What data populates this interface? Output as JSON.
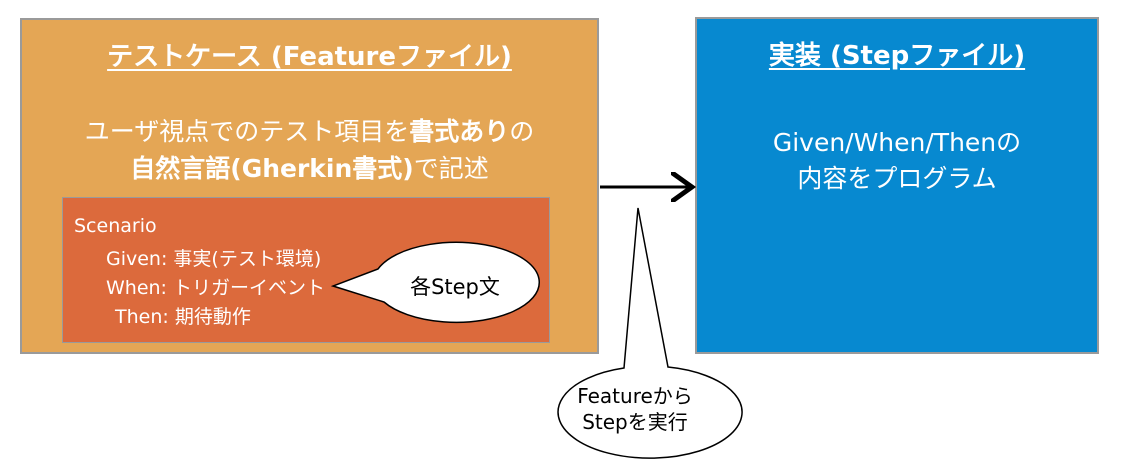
{
  "feature_box": {
    "title": "テストケース (Featureファイル)",
    "desc_line1_a": "ユーザ視点でのテスト項目を",
    "desc_line1_b": "書式あり",
    "desc_line1_c": "の",
    "desc_line2_a": "自然言語(Gherkin書式)",
    "desc_line2_b": "で記述",
    "scenario": {
      "heading": "Scenario",
      "given": "Given: 事実(テスト環境)",
      "when": "When: トリガーイベント",
      "then": "Then: 期待動作"
    }
  },
  "step_box": {
    "title": "実装 (Stepファイル)",
    "desc_line1": "Given/When/Thenの",
    "desc_line2": "内容をプログラム"
  },
  "callouts": {
    "step_sentence": "各Step文",
    "execute_line1": "Featureから",
    "execute_line2": "Stepを実行"
  },
  "colors": {
    "feature_box": "#e4a655",
    "scenario_box": "#dc6a3c",
    "step_box": "#0789d0",
    "border": "#9a9a9a"
  }
}
